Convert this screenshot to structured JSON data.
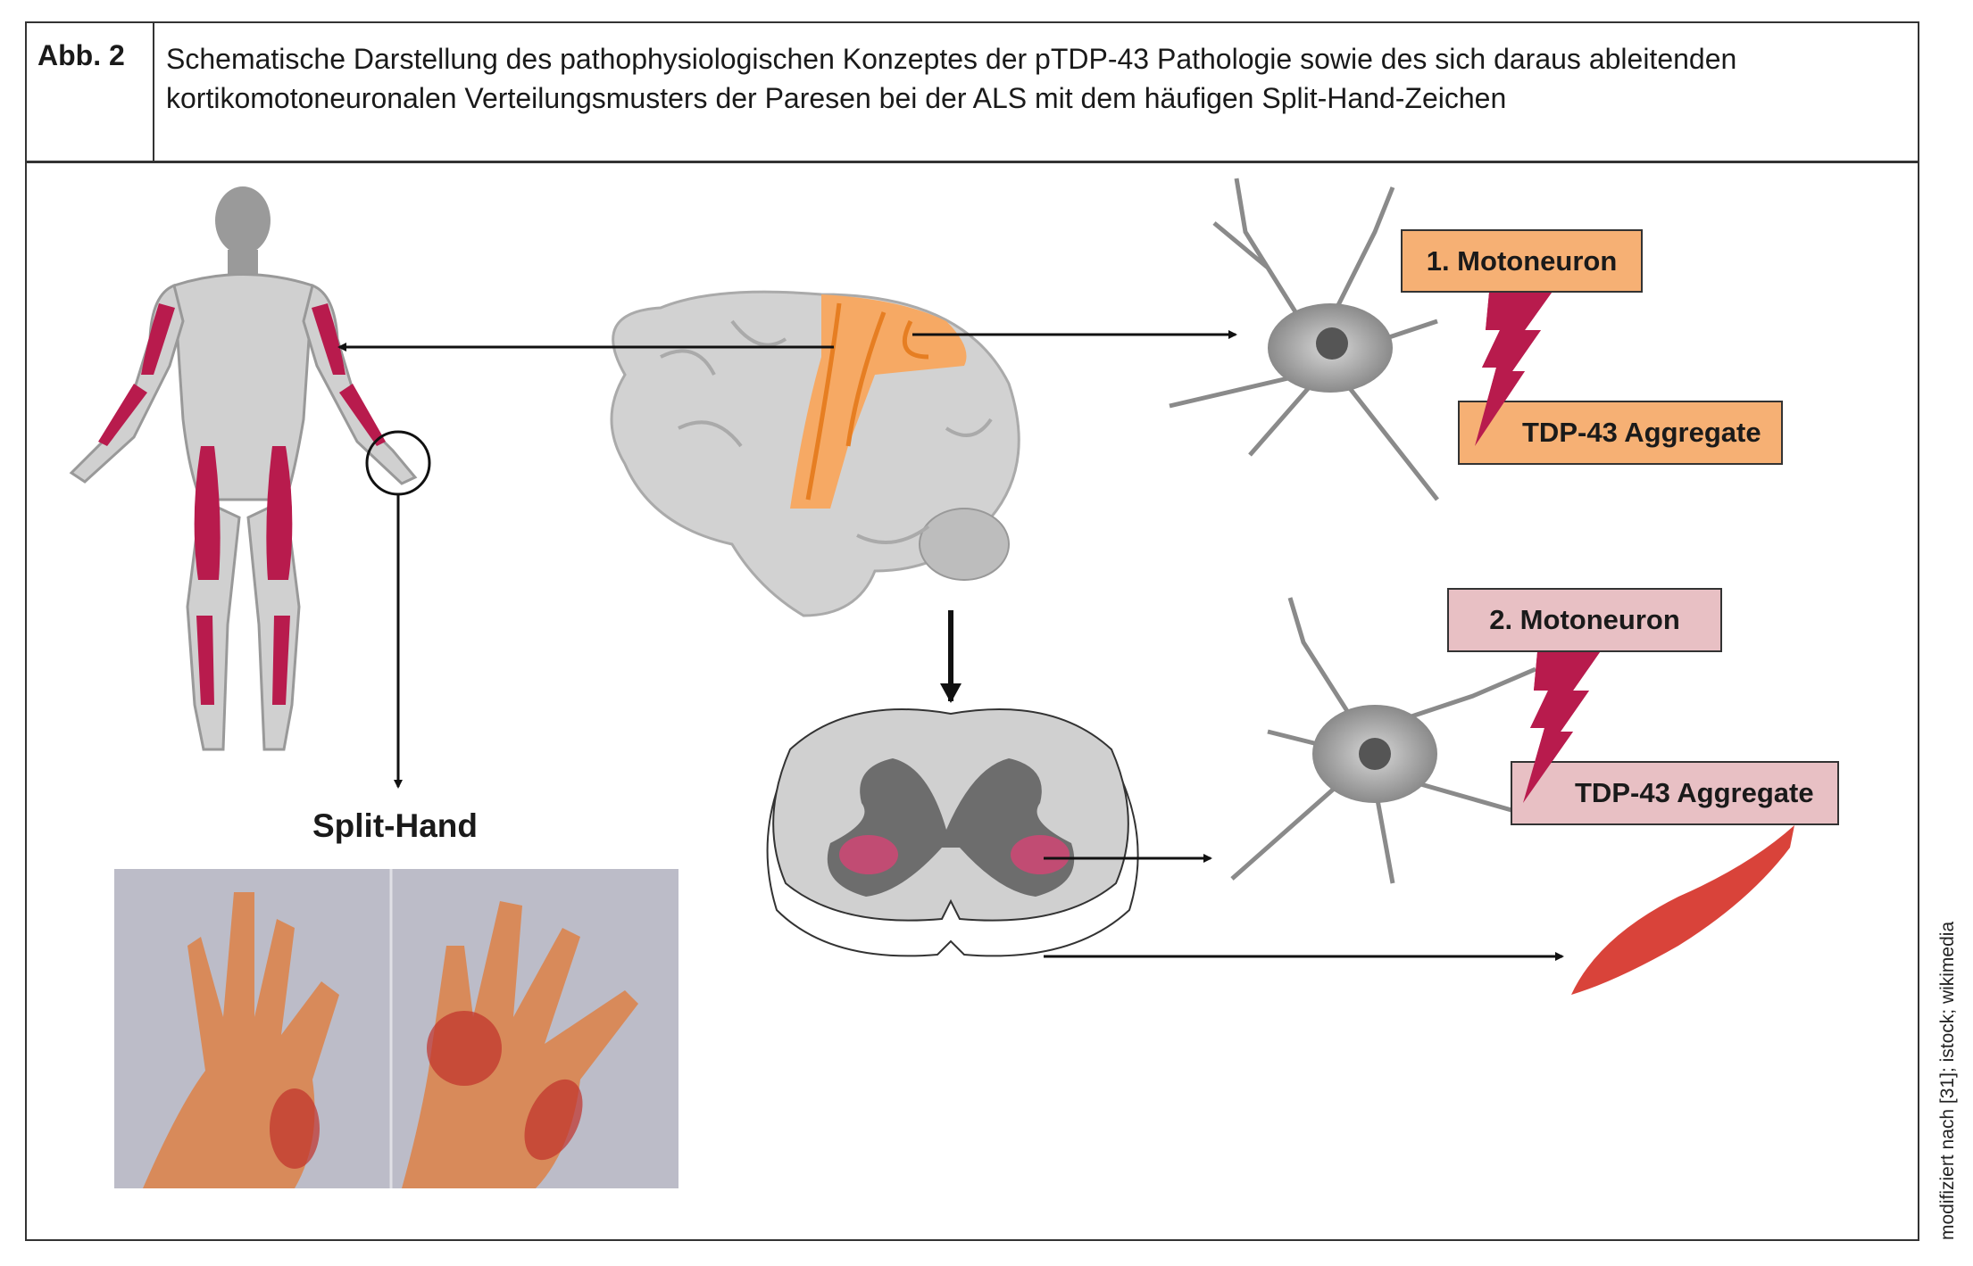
{
  "figure": {
    "label": "Abb. 2",
    "caption": "Schematische Darstellung des pathophysiologischen Konzeptes der pTDP-43 Pathologie sowie des sich daraus ableitenden kortikomotoneuronalen Verteilungsmusters der Paresen bei der ALS mit dem häufigen Split-Hand-Zeichen"
  },
  "diagram": {
    "split_hand_title": "Split-Hand",
    "neuron1": {
      "label": "1. Motoneuron",
      "aggregate": "TDP-43 Aggregate"
    },
    "neuron2": {
      "label": "2. Motoneuron",
      "aggregate": "TDP-43 Aggregate"
    },
    "credit": "modifiziert nach [31]; istock; wikimedia"
  },
  "colors": {
    "upper_motoneuron": "#f6b074",
    "lower_motoneuron": "#e8c0c4",
    "lesion": "#b81b4d",
    "border": "#333333"
  }
}
